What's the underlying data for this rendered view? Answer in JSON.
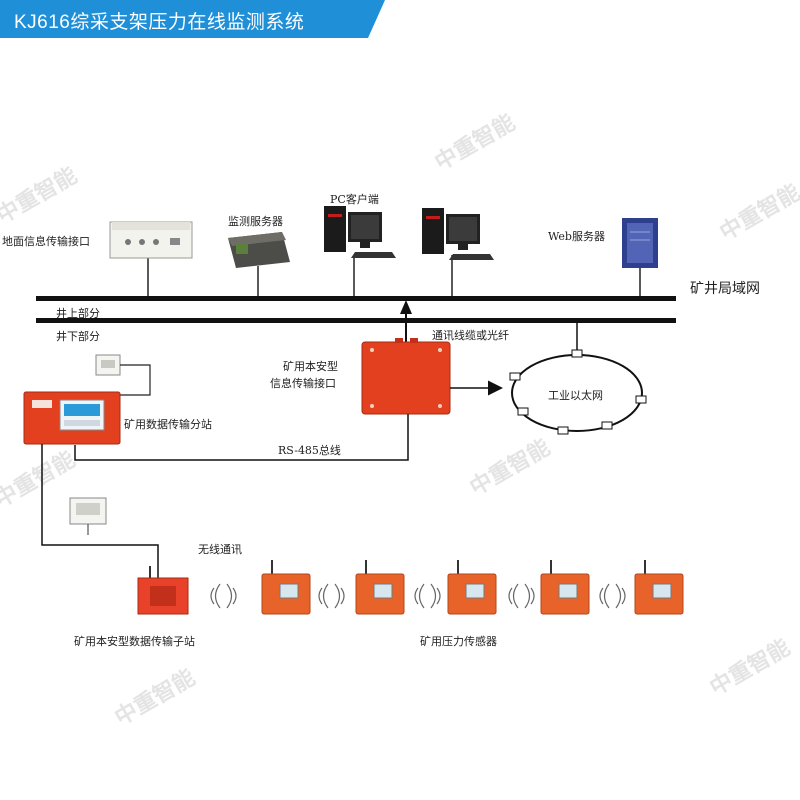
{
  "header": {
    "title": "KJ616综采支架压力在线监测系统"
  },
  "colors": {
    "banner": "#1f8fd8",
    "device_red": "#e2401f",
    "sensor_orange": "#e8632a",
    "bus": "#111111"
  },
  "watermark": "中重智能",
  "network": {
    "lan_label": "矿井局域网",
    "above_ground": "井上部分",
    "below_ground": "井下部分",
    "cable_label": "通讯线缆或光纤",
    "ethernet_label": "工业以太网",
    "rs485_label": "RS-485总线",
    "wireless_label": "无线通讯"
  },
  "devices": {
    "ground_interface": "地面信息传输接口",
    "monitor_server": "监测服务器",
    "pc_client": "PC客户端",
    "web_server": "Web服务器",
    "mine_interface_line1": "矿用本安型",
    "mine_interface_line2": "信息传输接口",
    "substation": "矿用数据传输分站",
    "sub_station_small": "矿用本安型数据传输子站",
    "pressure_sensor": "矿用压力传感器"
  }
}
